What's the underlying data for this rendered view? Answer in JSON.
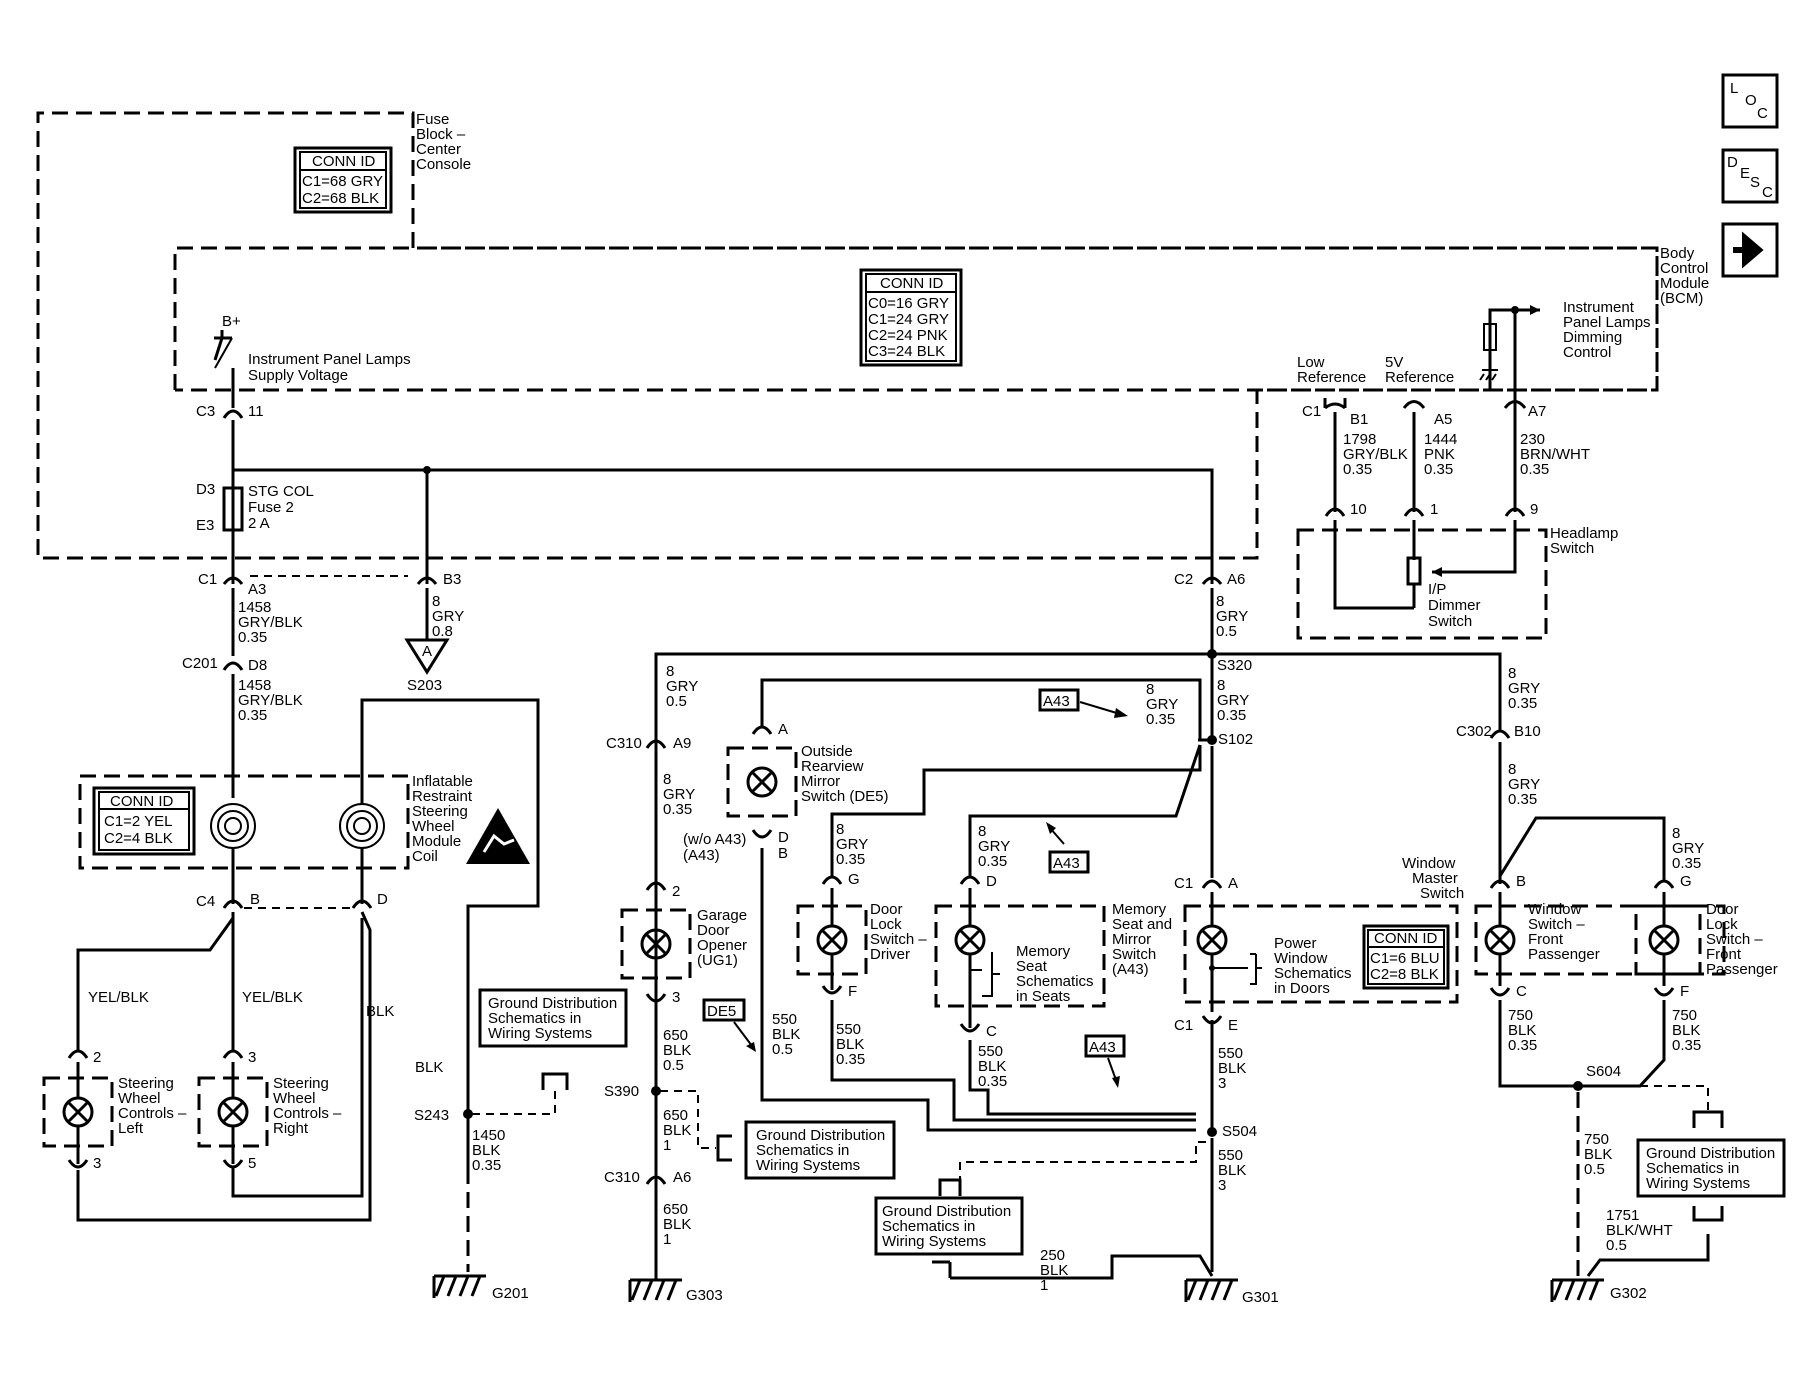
{
  "sidebar": {
    "loc": [
      "L",
      "O",
      "C"
    ],
    "desc": [
      "D",
      "E",
      "S",
      "C"
    ],
    "arrow": "➜"
  },
  "fuse_block": {
    "label": [
      "Fuse",
      "Block –",
      "Center",
      "Console"
    ],
    "conn_title": "CONN ID",
    "conn": [
      "C1=68 GRY",
      "C2=68 BLK"
    ]
  },
  "bcm": {
    "label": [
      "Body",
      "Control",
      "Module",
      "(BCM)"
    ],
    "conn_title": "CONN ID",
    "conn": [
      "C0=16 GRY",
      "C1=24 GRY",
      "C2=24 PNK",
      "C3=24 BLK"
    ]
  },
  "supply": {
    "bplus": "B+",
    "label": [
      "Instrument Panel Lamps",
      "Supply Voltage"
    ],
    "c3": "C3",
    "pin": "11"
  },
  "fuse": {
    "d3": "D3",
    "e3": "E3",
    "label": [
      "STG COL",
      "Fuse 2",
      "2 A"
    ]
  },
  "dimming": {
    "label": [
      "Instrument",
      "Panel Lamps",
      "Dimming",
      "Control"
    ]
  },
  "refs": {
    "low": [
      "Low",
      "Reference"
    ],
    "v5": [
      "5V",
      "Reference"
    ],
    "c1": "C1",
    "b1": "B1",
    "a5": "A5",
    "a7": "A7",
    "w1": [
      "1798",
      "GRY/BLK",
      "0.35"
    ],
    "w2": [
      "1444",
      "PNK",
      "0.35"
    ],
    "w3": [
      "230",
      "BRN/WHT",
      "0.35"
    ],
    "p10": "10",
    "p1": "1",
    "p9": "9"
  },
  "headlamp": {
    "label": [
      "Headlamp",
      "Switch"
    ],
    "dimmer": [
      "I/P",
      "Dimmer",
      "Switch"
    ]
  },
  "c1a3": {
    "c": "C1",
    "p": "A3",
    "wire": [
      "1458",
      "GRY/BLK",
      "0.35"
    ]
  },
  "b3": {
    "p": "B3",
    "wire": [
      "8",
      "GRY",
      "0.8"
    ],
    "tri": "A",
    "splice": "S203"
  },
  "c2a6": {
    "c": "C2",
    "p": "A6",
    "wire": [
      "8",
      "GRY",
      "0.5"
    ]
  },
  "c201": {
    "c": "C201",
    "p": "D8",
    "wire": [
      "1458",
      "GRY/BLK",
      "0.35"
    ]
  },
  "coil": {
    "conn_title": "CONN ID",
    "conn": [
      "C1=2 YEL",
      "C2=4 BLK"
    ],
    "label": [
      "Inflatable",
      "Restraint",
      "Steering",
      "Wheel",
      "Module",
      "Coil"
    ]
  },
  "c4": {
    "c": "C4",
    "b": "B",
    "d": "D",
    "yb1": "YEL/BLK",
    "yb2": "YEL/BLK",
    "blk1": "BLK",
    "blk2": "BLK"
  },
  "swc_left": {
    "p2": "2",
    "p3": "3",
    "label": [
      "Steering",
      "Wheel",
      "Controls –",
      "Left"
    ]
  },
  "swc_right": {
    "p3": "3",
    "p5": "5",
    "label": [
      "Steering",
      "Wheel",
      "Controls –",
      "Right"
    ]
  },
  "s243": {
    "s": "S243",
    "wire": [
      "1450",
      "BLK",
      "0.35"
    ],
    "g": "G201"
  },
  "gd1": {
    "label": [
      "Ground Distribution",
      "Schematics in",
      "Wiring Systems"
    ]
  },
  "c310a9": {
    "w1": [
      "8",
      "GRY",
      "0.5"
    ],
    "c": "C310",
    "p": "A9",
    "w2": [
      "8",
      "GRY",
      "0.35"
    ]
  },
  "garage": {
    "p2": "2",
    "p3": "3",
    "label": [
      "Garage",
      "Door",
      "Opener",
      "(UG1)"
    ],
    "wire": [
      "650",
      "BLK",
      "0.5"
    ]
  },
  "s390": {
    "s": "S390",
    "wire": [
      "650",
      "BLK",
      "1"
    ],
    "c": "C310",
    "p": "A6",
    "wire2": [
      "650",
      "BLK",
      "1"
    ],
    "g": "G303"
  },
  "gd2": {
    "label": [
      "Ground Distribution",
      "Schematics in",
      "Wiring Systems"
    ]
  },
  "mirror": {
    "pa": "A",
    "pd": "D",
    "pb": "B",
    "wo": "(w/o A43)",
    "a43": "(A43)",
    "label": [
      "Outside",
      "Rearview",
      "Mirror",
      "Switch (DE5)"
    ]
  },
  "tags": {
    "a43a": "A43",
    "a43b": "A43",
    "a43c": "A43",
    "de5": "DE5"
  },
  "de5wire": [
    "550",
    "BLK",
    "0.5"
  ],
  "a43wire": [
    "8",
    "GRY",
    "0.35"
  ],
  "s320": {
    "s": "S320",
    "wire": [
      "8",
      "GRY",
      "0.35"
    ],
    "s102": "S102"
  },
  "doordrv": {
    "wire": [
      "8",
      "GRY",
      "0.35"
    ],
    "pg": "G",
    "pf": "F",
    "label": [
      "Door",
      "Lock",
      "Switch –",
      "Driver"
    ],
    "wire2": [
      "550",
      "BLK",
      "0.35"
    ]
  },
  "memory": {
    "wire": [
      "8",
      "GRY",
      "0.35"
    ],
    "pd": "D",
    "pc": "C",
    "label": [
      "Memory",
      "Seat and",
      "Mirror",
      "Switch",
      "(A43)"
    ],
    "sub": [
      "Memory",
      "Seat",
      "Schematics",
      "in Seats"
    ],
    "wire2": [
      "550",
      "BLK",
      "0.35"
    ]
  },
  "window": {
    "ca": "C1",
    "pa": "A",
    "ce": "C1",
    "pe": "E",
    "label": [
      "Window",
      "Master",
      "Switch"
    ],
    "sub": [
      "Power",
      "Window",
      "Schematics",
      "in Doors"
    ],
    "conn_title": "CONN ID",
    "conn": [
      "C1=6 BLU",
      "C2=8 BLK"
    ],
    "wire": [
      "550",
      "BLK",
      "3"
    ]
  },
  "s504": {
    "s": "S504",
    "wire": [
      "550",
      "BLK",
      "3"
    ],
    "g": "G301",
    "w250": [
      "250",
      "BLK",
      "1"
    ]
  },
  "gd3": {
    "label": [
      "Ground Distribution",
      "Schematics in",
      "Wiring Systems"
    ]
  },
  "c302": {
    "w1": [
      "8",
      "GRY",
      "0.35"
    ],
    "c": "C302",
    "p": "B10",
    "w2": [
      "8",
      "GRY",
      "0.35"
    ]
  },
  "winpass": {
    "pb": "B",
    "pc": "C",
    "label": [
      "Window",
      "Switch –",
      "Front",
      "Passenger"
    ],
    "wire": [
      "750",
      "BLK",
      "0.35"
    ]
  },
  "doorpass": {
    "wire": [
      "8",
      "GRY",
      "0.35"
    ],
    "pg": "G",
    "pf": "F",
    "label": [
      "Door",
      "Lock",
      "Switch –",
      "Front",
      "Passenger"
    ],
    "wire2": [
      "750",
      "BLK",
      "0.35"
    ]
  },
  "s604": {
    "s": "S604",
    "wire": [
      "750",
      "BLK",
      "0.5"
    ],
    "w2": [
      "1751",
      "BLK/WHT",
      "0.5"
    ],
    "g": "G302"
  },
  "gd4": {
    "label": [
      "Ground Distribution",
      "Schematics in",
      "Wiring Systems"
    ]
  }
}
